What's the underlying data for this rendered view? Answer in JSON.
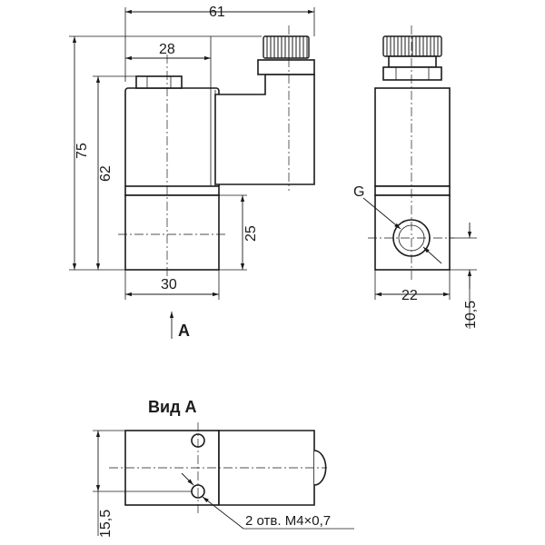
{
  "dimensions": {
    "overall_width": "61",
    "coil_width": "28",
    "overall_height": "75",
    "coil_height": "62",
    "body_height": "25",
    "body_width": "30",
    "side_width": "22",
    "port_height": "10,5",
    "hole_offset": "15,5"
  },
  "labels": {
    "port_thread": "G",
    "view_arrow": "A",
    "view_title": "Вид А",
    "holes_note": "2 отв. М4×0,7"
  }
}
